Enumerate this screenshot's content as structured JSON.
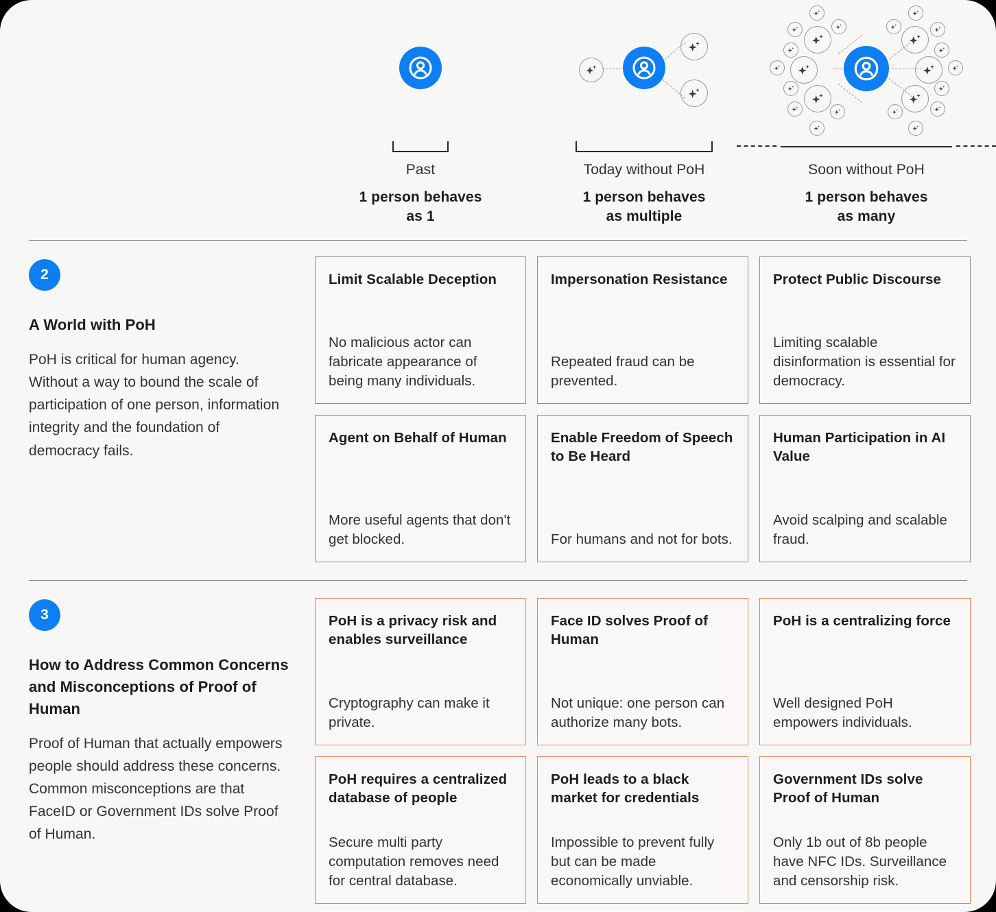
{
  "colors": {
    "background": "#f7f7f5",
    "accent_blue": "#0d7ff2",
    "warn_border": "#e8815a",
    "card_border": "#8c8c89",
    "text": "#1d1d1b"
  },
  "diagrams": [
    {
      "id": "past",
      "caption": "Past",
      "headline_line1": "1 person behaves",
      "headline_line2": "as 1",
      "avatar_icon": "person-avatar-icon",
      "bot_count": 0,
      "rule_style": "bracket-short"
    },
    {
      "id": "today-without-poh",
      "caption": "Today without PoH",
      "headline_line1": "1 person behaves",
      "headline_line2": "as multiple",
      "avatar_icon": "person-avatar-icon",
      "bot_count": 3,
      "rule_style": "bracket-wide"
    },
    {
      "id": "soon-without-poh",
      "caption": "Soon without PoH",
      "headline_line1": "1 person behaves",
      "headline_line2": "as many",
      "avatar_icon": "person-avatar-icon",
      "bot_count": 24,
      "rule_style": "dashed-unbounded"
    }
  ],
  "sections": [
    {
      "number": "2",
      "title": "A World with PoH",
      "body": "PoH is critical for human agency. Without a way to bound the scale of participation of one person, information integrity and the foundation of democracy fails.",
      "card_style": "neutral",
      "cards": [
        {
          "title": "Limit Scalable Deception",
          "body": "No malicious actor can fabricate appearance of being many individuals."
        },
        {
          "title": "Impersonation Resistance",
          "body": "Repeated fraud can be prevented."
        },
        {
          "title": "Protect Public Discourse",
          "body": "Limiting scalable disinformation is essential for democracy."
        },
        {
          "title": "Agent on Behalf of Human",
          "body": "More useful agents that don't get blocked."
        },
        {
          "title": "Enable Freedom of Speech to Be Heard",
          "body": "For humans and not for bots."
        },
        {
          "title": "Human Participation in AI Value",
          "body": "Avoid scalping and scalable fraud."
        }
      ]
    },
    {
      "number": "3",
      "title": "How to Address Common Concerns and Misconceptions of Proof of Human",
      "body": "Proof of Human that actually empowers people should address these concerns. Common misconceptions are that FaceID or Government IDs solve Proof of Human.",
      "card_style": "warn",
      "cards": [
        {
          "title": "PoH is a privacy risk and enables surveillance",
          "body": "Cryptography can make it private."
        },
        {
          "title": "Face ID solves Proof of Human",
          "body": "Not unique: one person can authorize many bots."
        },
        {
          "title": "PoH is a centralizing force",
          "body": "Well designed PoH empowers individuals."
        },
        {
          "title": "PoH requires a centralized database of people",
          "body": "Secure multi party computation removes need for central database."
        },
        {
          "title": "PoH leads to a black market for credentials",
          "body": "Impossible to prevent fully but can be made economically unviable."
        },
        {
          "title": "Government IDs solve Proof of Human",
          "body": "Only 1b out of 8b people have NFC IDs. Surveillance and censorship risk."
        }
      ]
    }
  ]
}
